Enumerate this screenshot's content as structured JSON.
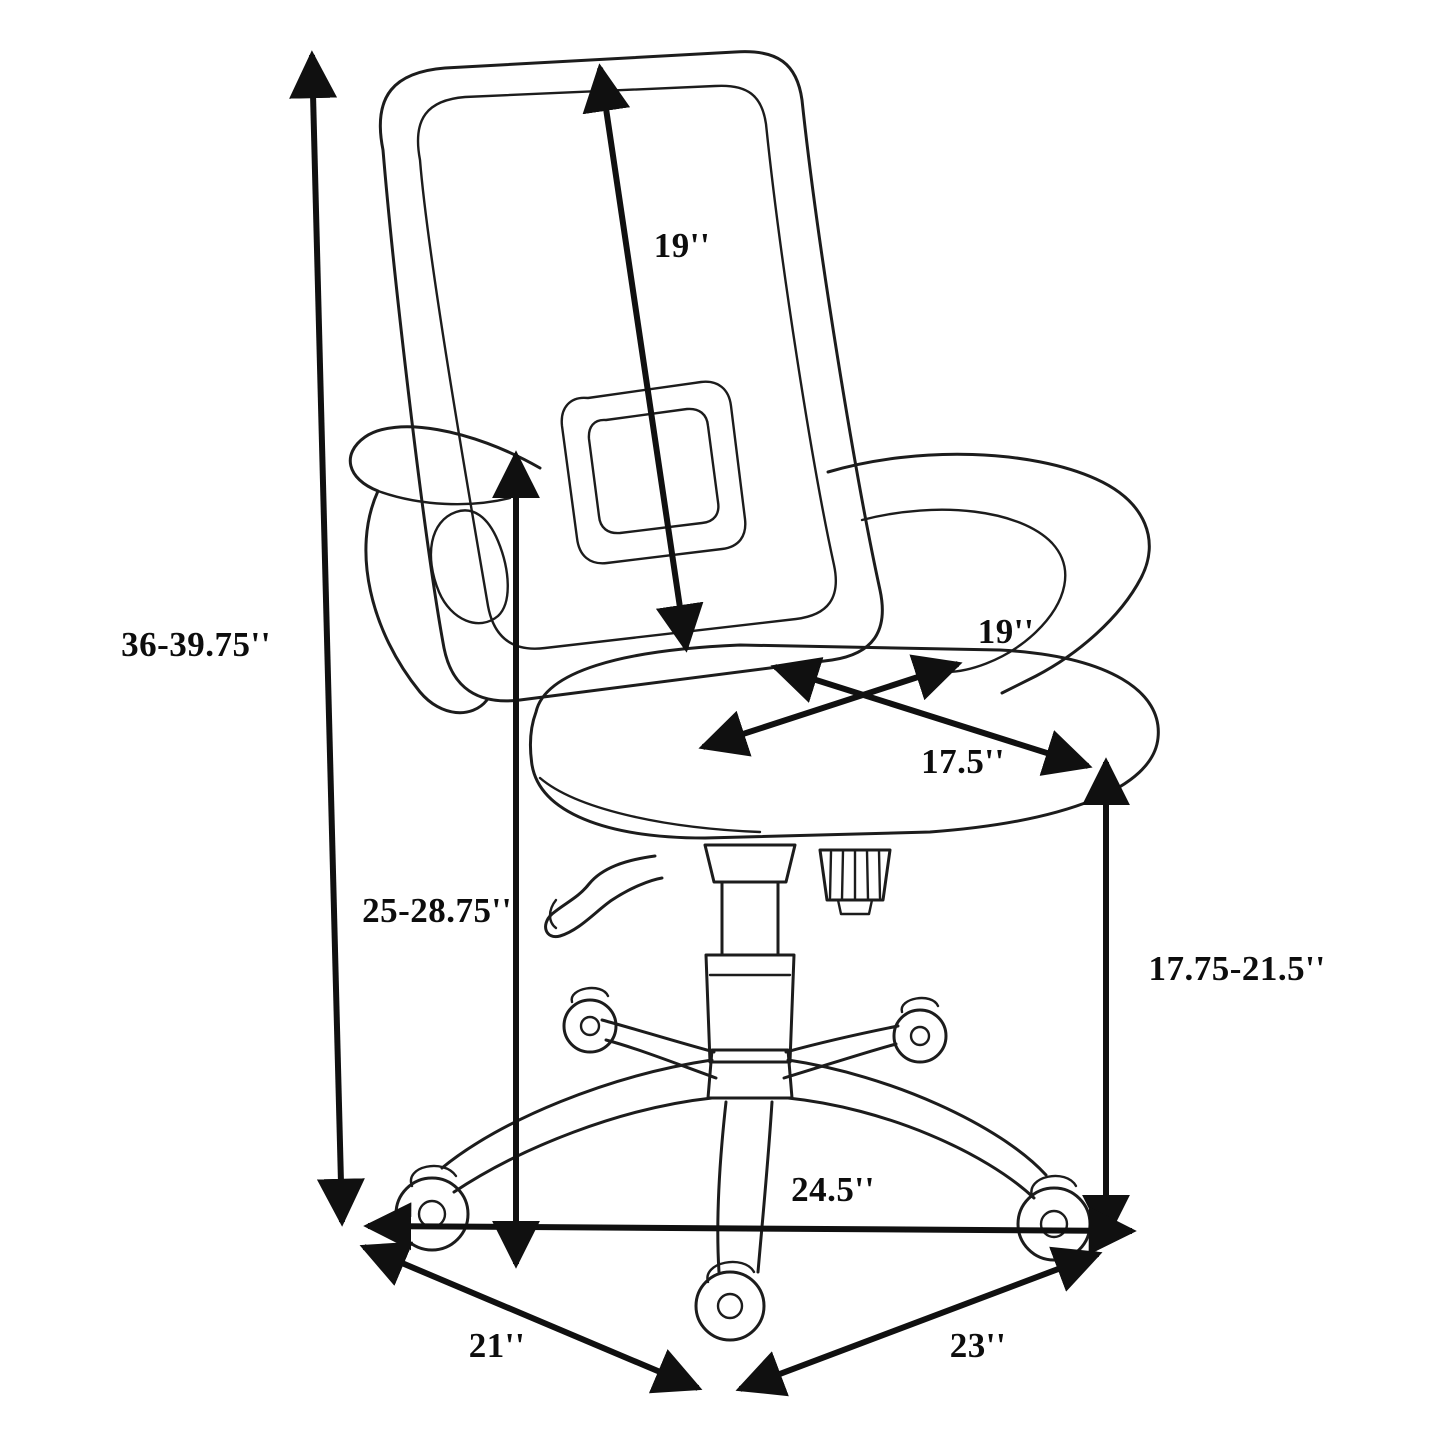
{
  "diagram": {
    "labels": {
      "overall_height": "36-39.75''",
      "back_height": "19''",
      "seat_width": "19''",
      "seat_depth": "17.5''",
      "arm_height": "25-28.75''",
      "seat_height": "17.75-21.5''",
      "base_width": "24.5''",
      "base_diagonal_left": "21''",
      "base_diagonal_right": "23''"
    }
  }
}
